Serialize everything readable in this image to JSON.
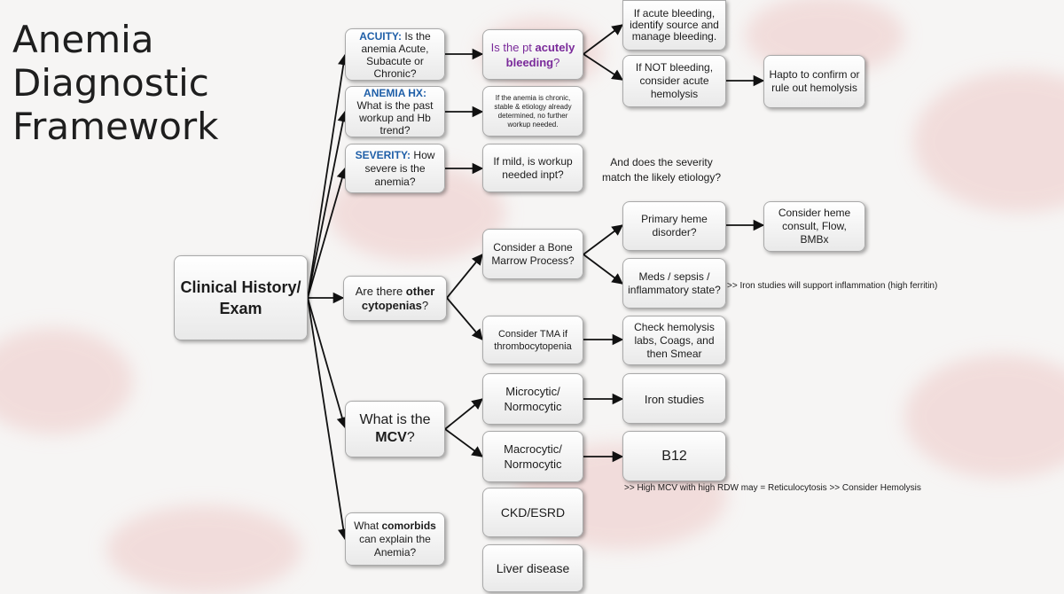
{
  "title": {
    "line1": "Anemia",
    "line2": "Diagnostic",
    "line3": "Framework"
  },
  "nodes": {
    "root": {
      "text": "Clinical History/ Exam"
    },
    "acuity": {
      "label": "ACUITY:",
      "text": " Is the anemia Acute, Subacute or Chronic?"
    },
    "bleeding_q": {
      "pre": "Is the pt ",
      "bold": "acutely",
      "post": " bleeding",
      "end": "?"
    },
    "acute_bleed": {
      "text": "If acute bleeding, identify source and manage bleeding."
    },
    "not_bleeding": {
      "text": "If NOT bleeding, consider acute hemolysis"
    },
    "hapto": {
      "text": "Hapto to confirm or rule out hemolysis"
    },
    "anemia_hx": {
      "label": "ANEMIA HX:",
      "text": " What is the past workup and Hb trend?"
    },
    "chronic_note": {
      "text": "If the anemia is chronic, stable & etiology already determined, no further workup needed."
    },
    "severity": {
      "label": "SEVERITY:",
      "text": " How severe is the anemia?"
    },
    "mild": {
      "text": "If mild, is workup needed inpt?"
    },
    "cytopenias": {
      "pre": "Are there ",
      "bold": "other cytopenias",
      "post": "?"
    },
    "bone_marrow": {
      "text": "Consider a Bone Marrow Process?"
    },
    "primary_heme": {
      "text": "Primary heme disorder?"
    },
    "heme_consult": {
      "text": "Consider heme consult, Flow, BMBx"
    },
    "meds_sepsis": {
      "text": "Meds / sepsis / inflammatory state?"
    },
    "tma": {
      "text": "Consider TMA if thrombocytopenia"
    },
    "hemolysis_labs": {
      "text": "Check hemolysis labs, Coags, and then Smear"
    },
    "mcv": {
      "pre": "What is the ",
      "bold": "MCV",
      "post": "?"
    },
    "microcytic": {
      "text": "Microcytic/ Normocytic"
    },
    "iron_studies": {
      "text": "Iron studies"
    },
    "macrocytic": {
      "text": "Macrocytic/ Normocytic"
    },
    "b12": {
      "text": "B12"
    },
    "comorbids": {
      "pre": "What ",
      "bold": "comorbids",
      "post": " can explain the Anemia?"
    },
    "ckd": {
      "text": "CKD/ESRD"
    },
    "liver": {
      "text": "Liver disease"
    }
  },
  "notes": {
    "severity_match": {
      "line1": "And does the severity",
      "line2": "match the likely etiology?"
    },
    "iron_inflammation": {
      "text": ">> Iron studies will support inflammation (high ferritin)"
    },
    "high_mcv": {
      "text": ">> High MCV with high RDW may = Reticulocytosis >> Consider Hemolysis"
    }
  },
  "colors": {
    "label_blue": "#1f5fa8",
    "bleeding_purple": "#7a2a9a",
    "box_border": "#a9a9a9",
    "arrow": "#111111"
  }
}
